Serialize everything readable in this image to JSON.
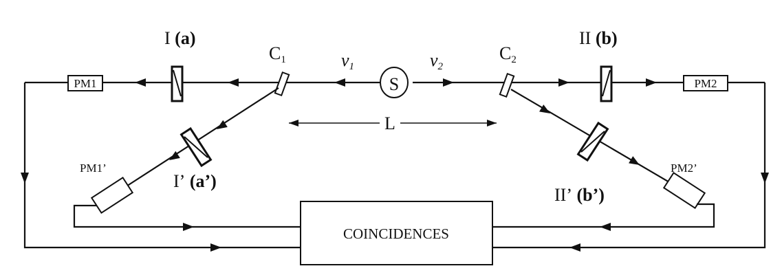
{
  "labels": {
    "polarizer_1": "I",
    "polarizer_1_setting": "(a)",
    "polarizer_2": "II",
    "polarizer_2_setting": "(b)",
    "polarizer_1p": "I’",
    "polarizer_1p_setting": "(a’)",
    "polarizer_2p": "II’",
    "polarizer_2p_setting": "(b’)",
    "switch_1": "C",
    "switch_1_sub": "1",
    "switch_2": "C",
    "switch_2_sub": "2",
    "photon_1": "ν",
    "photon_1_sub": "1",
    "photon_2": "ν",
    "photon_2_sub": "2",
    "source": "S",
    "distance": "L",
    "detector_1": "PM1",
    "detector_2": "PM2",
    "detector_1p": "PM1’",
    "detector_2p": "PM2’",
    "coincidence": "COINCIDENCES"
  }
}
